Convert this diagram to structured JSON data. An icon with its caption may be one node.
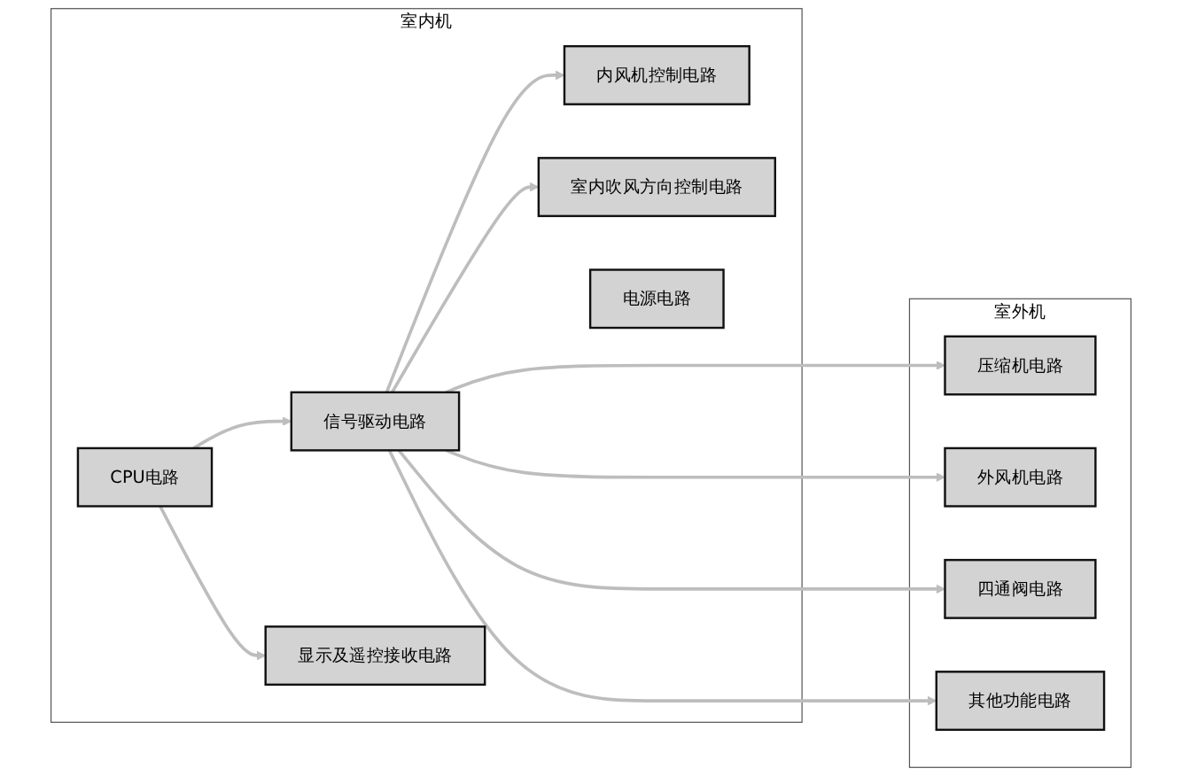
{
  "diagram": {
    "nodes": [
      {
        "text": [
          "室内机"
        ]
      },
      {
        "text": [
          "内风机控制电路"
        ],
        "in": 0
      },
      {
        "text": [
          "室内吹风方向控制电路"
        ],
        "in": 0
      },
      {
        "text": [
          "CPU电路"
        ],
        "in": 0
      },
      {
        "text": [
          "信号驱动电路"
        ],
        "in": 0
      },
      {
        "text": [
          "显示及遥控接收电路"
        ],
        "in": 0
      },
      {
        "text": [
          "电源电路"
        ],
        "in": 0
      },
      {
        "text": [
          "室外机"
        ]
      },
      {
        "text": [
          "压缩机电路"
        ],
        "in": 7
      },
      {
        "text": [
          "外风机电路"
        ],
        "in": 7
      },
      {
        "text": [
          "四通阀电路"
        ],
        "in": 7
      },
      {
        "text": [
          "其他功能电路"
        ],
        "in": 7
      }
    ],
    "edges": [
      {
        "from": 3,
        "to": 4,
        "arrow": "to"
      },
      {
        "from": 3,
        "to": 5,
        "arrow": "to"
      },
      {
        "from": 4,
        "to": 1,
        "arrow": "to"
      },
      {
        "from": 4,
        "to": 2,
        "arrow": "to"
      },
      {
        "from": 4,
        "to": 8,
        "arrow": "to"
      },
      {
        "from": 4,
        "to": 9,
        "arrow": "to"
      },
      {
        "from": 4,
        "to": 10,
        "arrow": "to"
      },
      {
        "from": 4,
        "to": 11,
        "arrow": "to"
      }
    ]
  }
}
